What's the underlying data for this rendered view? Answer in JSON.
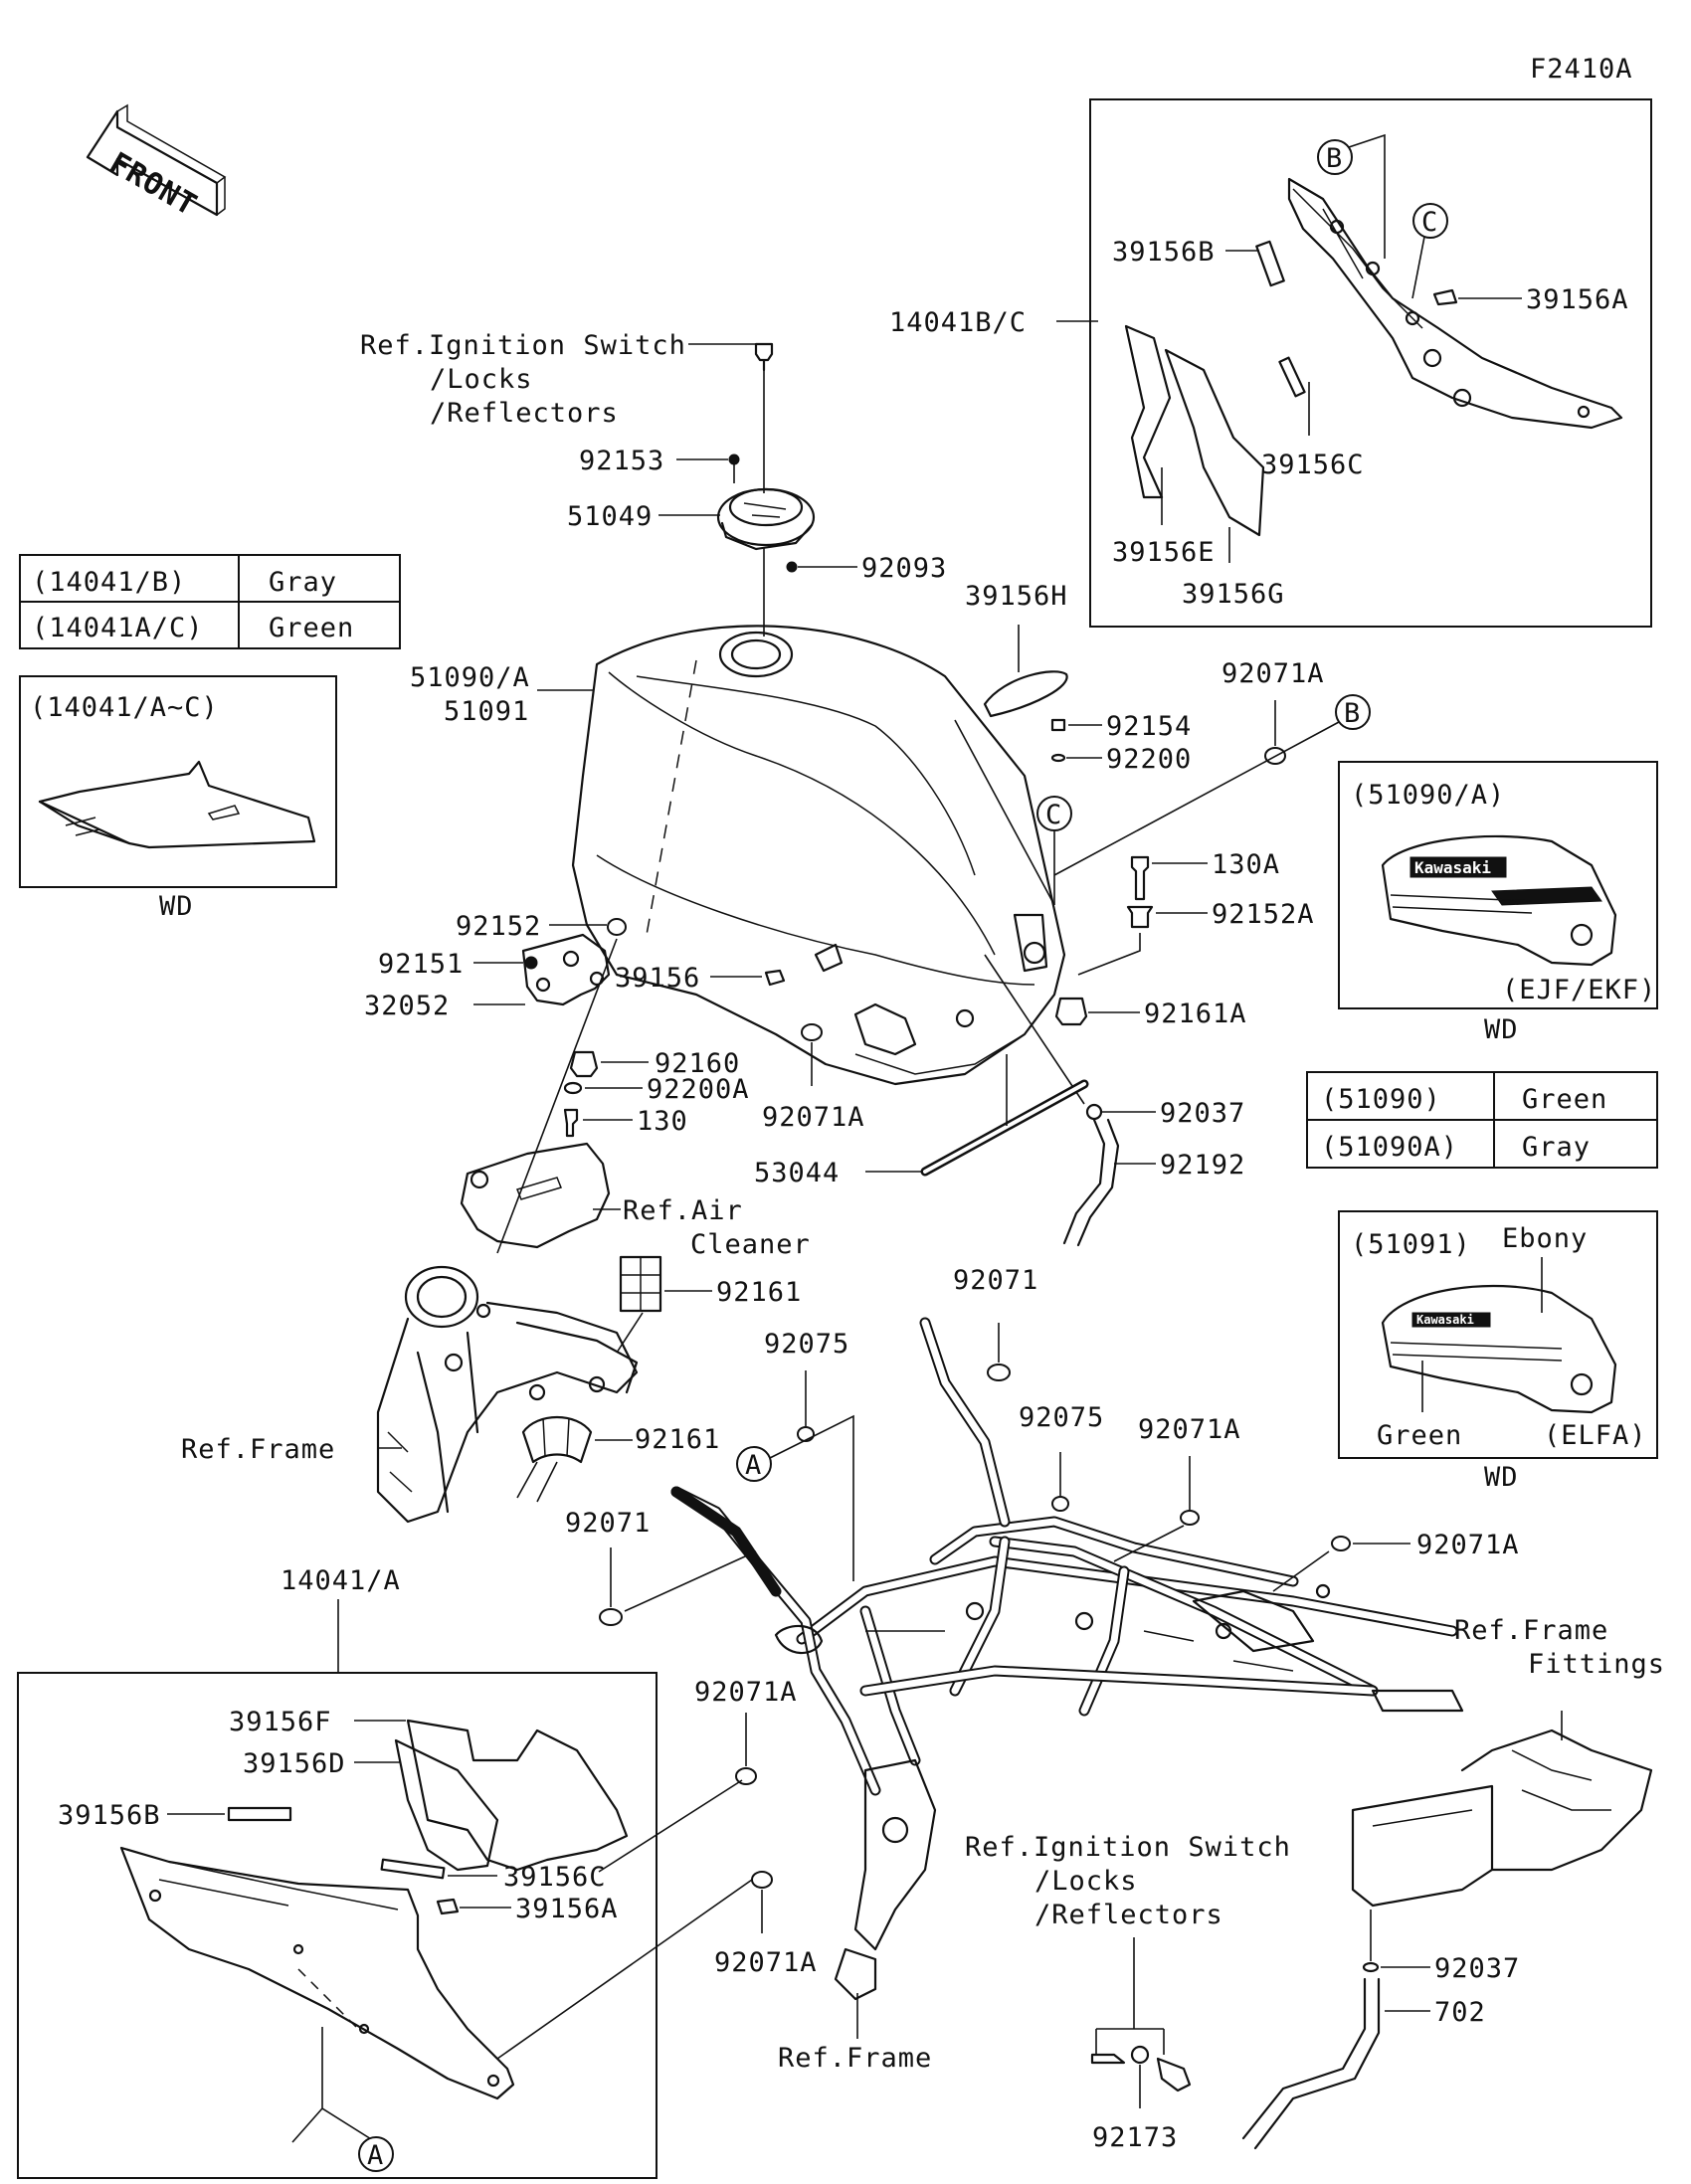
{
  "figure_code": "F2410A",
  "front_label": "FRONT",
  "callout_letters": {
    "a": "A",
    "b": "B",
    "c": "C"
  },
  "labels": {
    "ref_ignition_top": [
      "Ref.Ignition Switch",
      "/Locks",
      "/Reflectors"
    ],
    "ref_ignition_bottom": [
      "Ref.Ignition Switch",
      "/Locks",
      "/Reflectors"
    ],
    "ref_air_cleaner": [
      "Ref.Air",
      "Cleaner"
    ],
    "ref_frame_left": "Ref.Frame",
    "ref_frame_bottom": "Ref.Frame",
    "ref_frame_fittings": [
      "Ref.Frame",
      "Fittings"
    ]
  },
  "parts": {
    "p92153": "92153",
    "p51049": "51049",
    "p92093": "92093",
    "p39156H": "39156H",
    "p92071A_top": "92071A",
    "p92154": "92154",
    "p92200": "92200",
    "p130A": "130A",
    "p92152A": "92152A",
    "p92161A": "92161A",
    "p92037": "92037",
    "p92192": "92192",
    "p53044": "53044",
    "p92071A_mid": "92071A",
    "p39156": "39156",
    "p92152": "92152",
    "p92151": "92151",
    "p32052": "32052",
    "p92160": "92160",
    "p92200A": "92200A",
    "p130": "130",
    "p51090_A": "51090/A",
    "p51091": "51091",
    "p92161_top": "92161",
    "p92161_bot": "92161",
    "p92071_top": "92071",
    "p92075_left": "92075",
    "p92075_right": "92075",
    "p92071A_right1": "92071A",
    "p92071A_right2": "92071A",
    "p92071_left": "92071",
    "p14041_A": "14041/A",
    "p92071A_lowleft": "92071A",
    "p92071A_bottom": "92071A",
    "p39156F": "39156F",
    "p39156D": "39156D",
    "p39156B_low": "39156B",
    "p39156C_low": "39156C",
    "p39156A_low": "39156A",
    "p92037_low": "92037",
    "p702": "702",
    "p92173": "92173",
    "p14041B_C": "14041B/C",
    "p39156B_top": "39156B",
    "p39156A_top": "39156A",
    "p39156C_top": "39156C",
    "p39156E": "39156E",
    "p39156G": "39156G"
  },
  "color_table_1": [
    {
      "code": "(14041/B)",
      "color": "Gray"
    },
    {
      "code": "(14041A/C)",
      "color": "Green"
    }
  ],
  "color_table_2": [
    {
      "code": "(51090)",
      "color": "Green"
    },
    {
      "code": "(51090A)",
      "color": "Gray"
    }
  ],
  "variant_boxes": {
    "cover": {
      "title": "(14041/A~C)",
      "footer": "WD"
    },
    "tank_51090": {
      "title": "(51090/A)",
      "model": "(EJF/EKF)",
      "footer": "WD",
      "brand": "Kawasaki"
    },
    "tank_51091": {
      "title": "(51091)",
      "note_top": "Ebony",
      "note_bottom": "Green",
      "model": "(ELFA)",
      "footer": "WD",
      "brand": "Kawasaki"
    }
  }
}
